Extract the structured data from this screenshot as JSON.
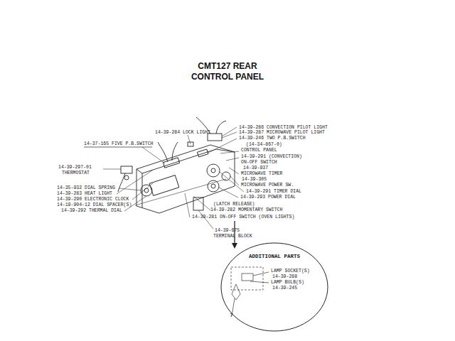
{
  "diagram": {
    "title": "CMT127 REAR CONTROL PANEL",
    "nodes": [
      {
        "text": [
          "ADDITIONAL PARTS"
        ]
      }
    ],
    "labels": [
      "14-39-286 CONVECTION PILOT LIGHT",
      "14-39-287 MICROWAVE PILOT LIGHT",
      "14-39-284 LOCK LIGHT",
      "14-37-165 FIVE P.B.SWITCH",
      "14-39-246 TWO P.B.SWITCH",
      "(14-34-867-0)",
      "CONTROL PANEL",
      "14-39-291 (CONVECTION)",
      "ON-OFF SWITCH",
      "14-39-937",
      "MICROWAVE TIMER",
      "14-39-305",
      "MICROWAVE POWER SW.",
      "14-39-291 TIMER DIAL",
      "14-39-293 POWER DIAL",
      "14-39-297-01",
      "THERMOSTAT",
      "14-35-932 DIAL SPRING",
      "14-39-283 HEAT LIGHT",
      "14-39-290 ELECTRONIC CLOCK",
      "14-19-904-12 DIAL SPACER(S)",
      "14-39-292 THERMAL DIAL",
      "(LATCH RELEASE)",
      "14-39-282 MOMENTARY SWITCH",
      "14-39-281 ON-OFF SWITCH (OVEN LIGHTS)",
      "14-39-675",
      "TERMINAL BLOCK",
      "LAMP SOCKET(S)",
      "14-39-288",
      "LAMP BULB(S)",
      "14-39-245",
      "7"
    ]
  }
}
